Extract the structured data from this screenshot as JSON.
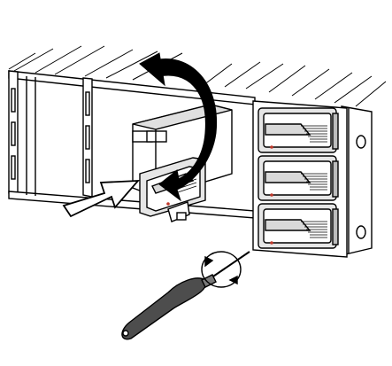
{
  "diagram": {
    "description_elements": {
      "chassis": "drive-bay-chassis",
      "drive_count_installed": 3,
      "drive_being_inserted": 1,
      "arrows": [
        "rotate-arrow",
        "insert-arrow",
        "screwdriver-rotate-arrows"
      ],
      "tool": "screwdriver-icon"
    },
    "colors": {
      "line": "#000000",
      "fill_light": "#ffffff",
      "fill_gray": "#d9d9d9",
      "fill_mid": "#bdbdbd",
      "fill_dark": "#555555",
      "arrow_black": "#000000"
    }
  }
}
